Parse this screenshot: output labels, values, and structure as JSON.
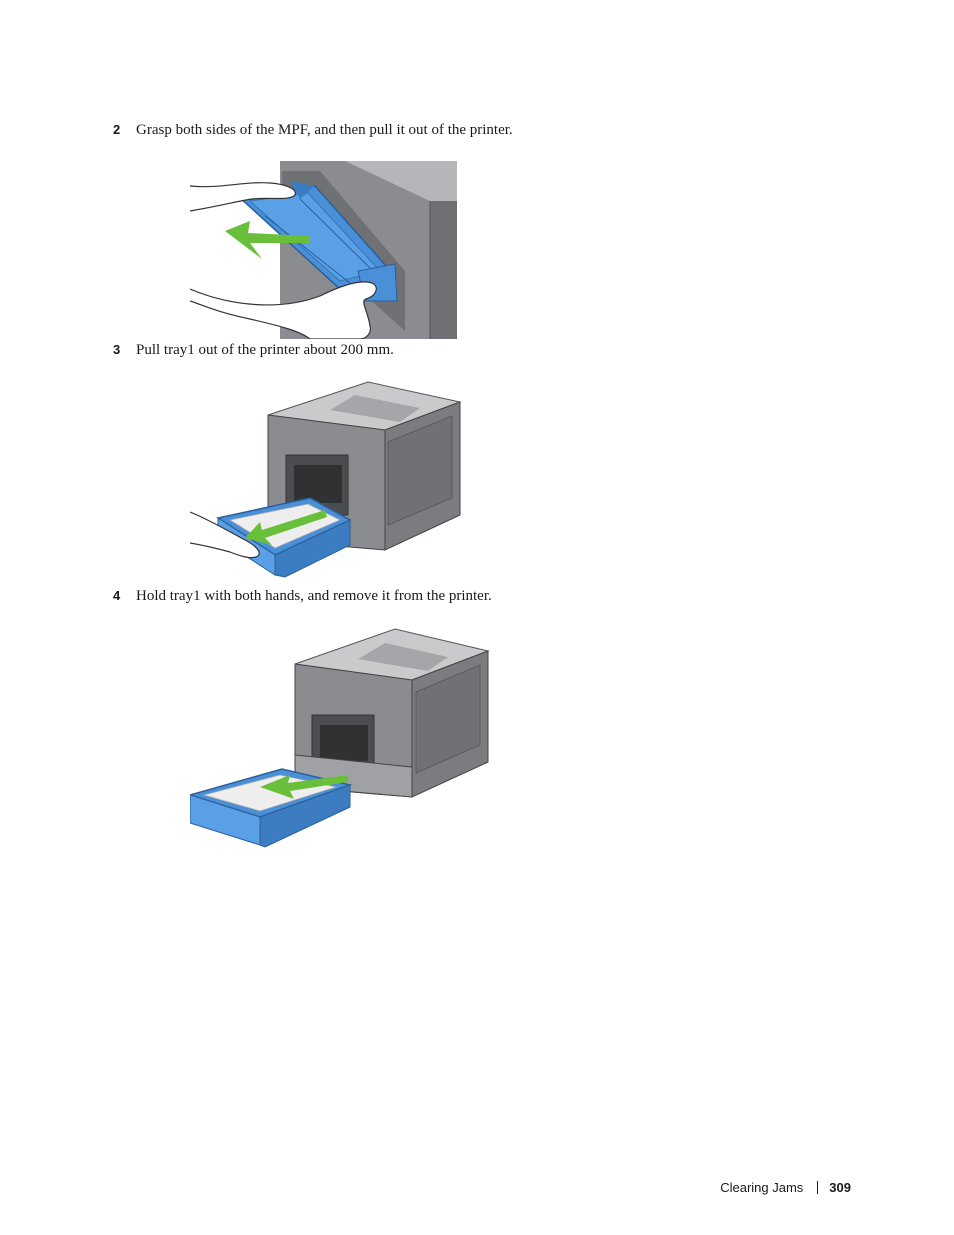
{
  "steps": [
    {
      "number": "2",
      "text": "Grasp both sides of the MPF, and then pull it out of the printer."
    },
    {
      "number": "3",
      "text": "Pull tray1 out of the printer about 200 mm."
    },
    {
      "number": "4",
      "text": "Hold tray1 with both hands, and remove it from the printer."
    }
  ],
  "footer": {
    "section": "Clearing Jams",
    "page": "309"
  },
  "colors": {
    "tray_blue": "#4a90d9",
    "arrow_green": "#6abf3a",
    "printer_gray": "#8a8c8f"
  }
}
